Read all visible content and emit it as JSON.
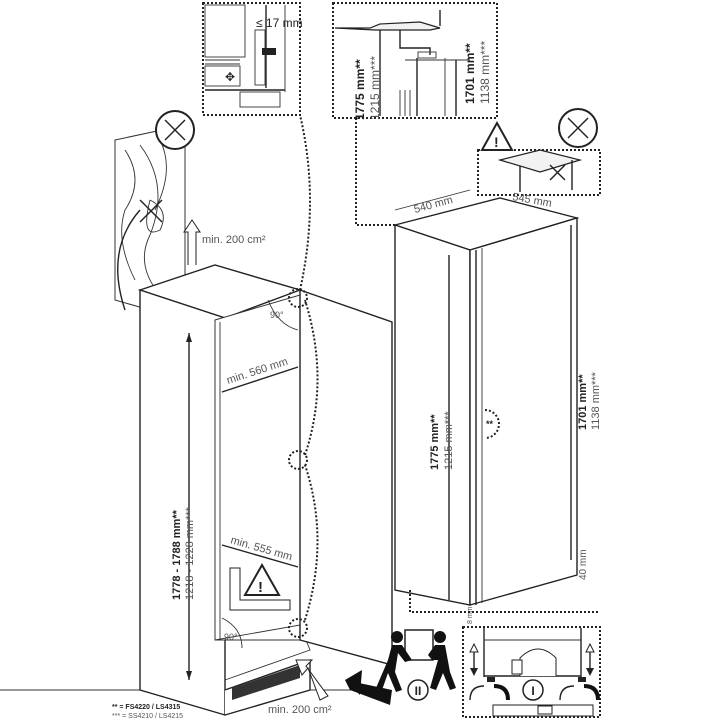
{
  "colors": {
    "line": "#222222",
    "secondary_text": "#555555",
    "background": "#ffffff"
  },
  "insets": {
    "hinge_detail": {
      "gap_label": "≤ 17 mm"
    },
    "top_detail": {
      "height_a_main": "1775 mm**",
      "height_a_alt": "1215 mm***",
      "height_b_main": "1701 mm**",
      "height_b_alt": "1138 mm***"
    },
    "levelling": {
      "step_label": "I"
    }
  },
  "cabinet": {
    "height_main": "1778 - 1788 mm**",
    "height_alt": "1218 - 1228 mm***",
    "min_depth_top": "min. 560 mm",
    "min_depth_bottom": "min. 555 mm",
    "angle_top": "90°",
    "angle_bottom": "90°",
    "vent_top": "min. 200 cm²",
    "vent_bottom": "min. 200 cm²"
  },
  "appliance": {
    "width": "540 mm",
    "depth": "545 mm",
    "height_main": "1775 mm**",
    "height_alt": "1215 mm***",
    "door_height_main": "1701 mm**",
    "door_height_alt": "1138 mm***",
    "bottom_gap": "40 mm",
    "foot_gap": "8 mm",
    "hinge_marker": "**"
  },
  "carry_step": {
    "step_label": "II"
  },
  "footnotes": [
    "** = FS4220 / LS4315",
    "*** = SS4210 / LS4215"
  ]
}
